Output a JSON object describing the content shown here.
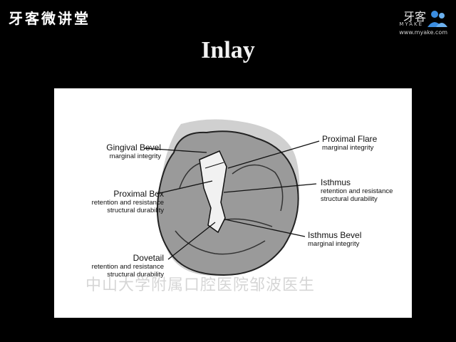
{
  "brand": {
    "left_text": "牙客微讲堂",
    "right_cn": "牙客",
    "right_en": "MYAKE",
    "right_url": "www.myake.com"
  },
  "slide": {
    "title": "Inlay"
  },
  "diagram": {
    "labels": {
      "gingival_bevel": {
        "main": "Gingival Bevel",
        "sub": "marginal integrity"
      },
      "proximal_box": {
        "main": "Proximal Box",
        "sub1": "retention and resistance",
        "sub2": "structural durability"
      },
      "dovetail": {
        "main": "Dovetail",
        "sub1": "retention and resistance",
        "sub2": "structural durability"
      },
      "proximal_flare": {
        "main": "Proximal Flare",
        "sub": "marginal integrity"
      },
      "isthmus": {
        "main": "Isthmus",
        "sub1": "retention and resistance",
        "sub2": "structural durability"
      },
      "isthmus_bevel": {
        "main": "Isthmus Bevel",
        "sub": "marginal integrity"
      }
    },
    "watermark": "中山大学附属口腔医院邹波医生"
  },
  "colors": {
    "background": "#000000",
    "panel": "#ffffff",
    "tooth_shade": "#8a8a8a",
    "logo_blue": "#3b8de0"
  }
}
